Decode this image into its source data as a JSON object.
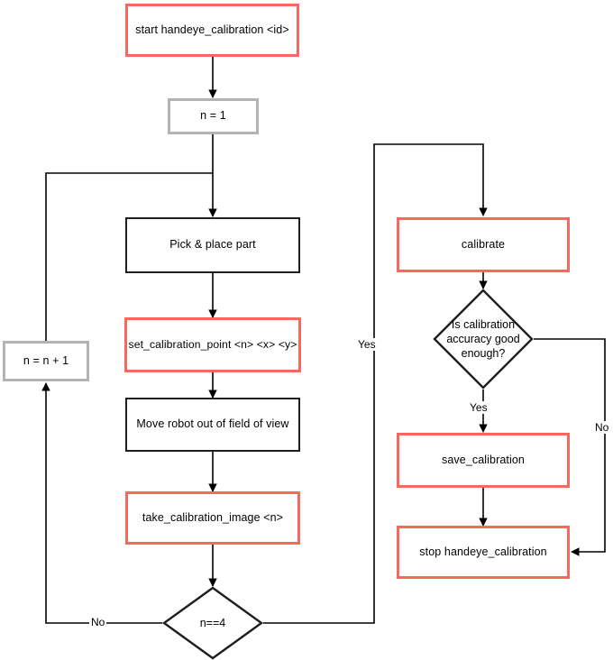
{
  "diagram": {
    "title": "handeye_calibration flowchart",
    "colors": {
      "red_border": "#f8685c",
      "black_border": "#1f1f1f",
      "gray_border": "#b3b3b3",
      "edge": "#000000",
      "background": "#ffffff"
    },
    "nodes": [
      {
        "id": "start",
        "label": "start handeye_calibration <id>",
        "shape": "rect",
        "style": "red"
      },
      {
        "id": "init",
        "label": "n = 1",
        "shape": "rect",
        "style": "gray"
      },
      {
        "id": "pick",
        "label": "Pick & place part",
        "shape": "rect",
        "style": "black"
      },
      {
        "id": "setpoint",
        "label": "set_calibration_point <n> <x> <y>",
        "shape": "rect",
        "style": "red"
      },
      {
        "id": "moverobot",
        "label": "Move robot out of field of view",
        "shape": "rect",
        "style": "black"
      },
      {
        "id": "takeimage",
        "label": "take_calibration_image <n>",
        "shape": "rect",
        "style": "red"
      },
      {
        "id": "counter",
        "label": "n = n + 1",
        "shape": "rect",
        "style": "gray"
      },
      {
        "id": "loopcheck",
        "label": "n==4",
        "shape": "diamond",
        "style": "black"
      },
      {
        "id": "calibrate",
        "label": "calibrate",
        "shape": "rect",
        "style": "red"
      },
      {
        "id": "accuracy",
        "label": "Is calibration\naccuracy good\nenough?",
        "shape": "diamond",
        "style": "black"
      },
      {
        "id": "savecal",
        "label": "save_calibration",
        "shape": "rect",
        "style": "red"
      },
      {
        "id": "stopcal",
        "label": "stop handeye_calibration",
        "shape": "rect",
        "style": "red"
      }
    ],
    "edge_labels": [
      {
        "id": "loop-no",
        "text": "No"
      },
      {
        "id": "loop-yes",
        "text": "Yes"
      },
      {
        "id": "accuracy-yes",
        "text": "Yes"
      },
      {
        "id": "accuracy-no",
        "text": "No"
      }
    ]
  }
}
